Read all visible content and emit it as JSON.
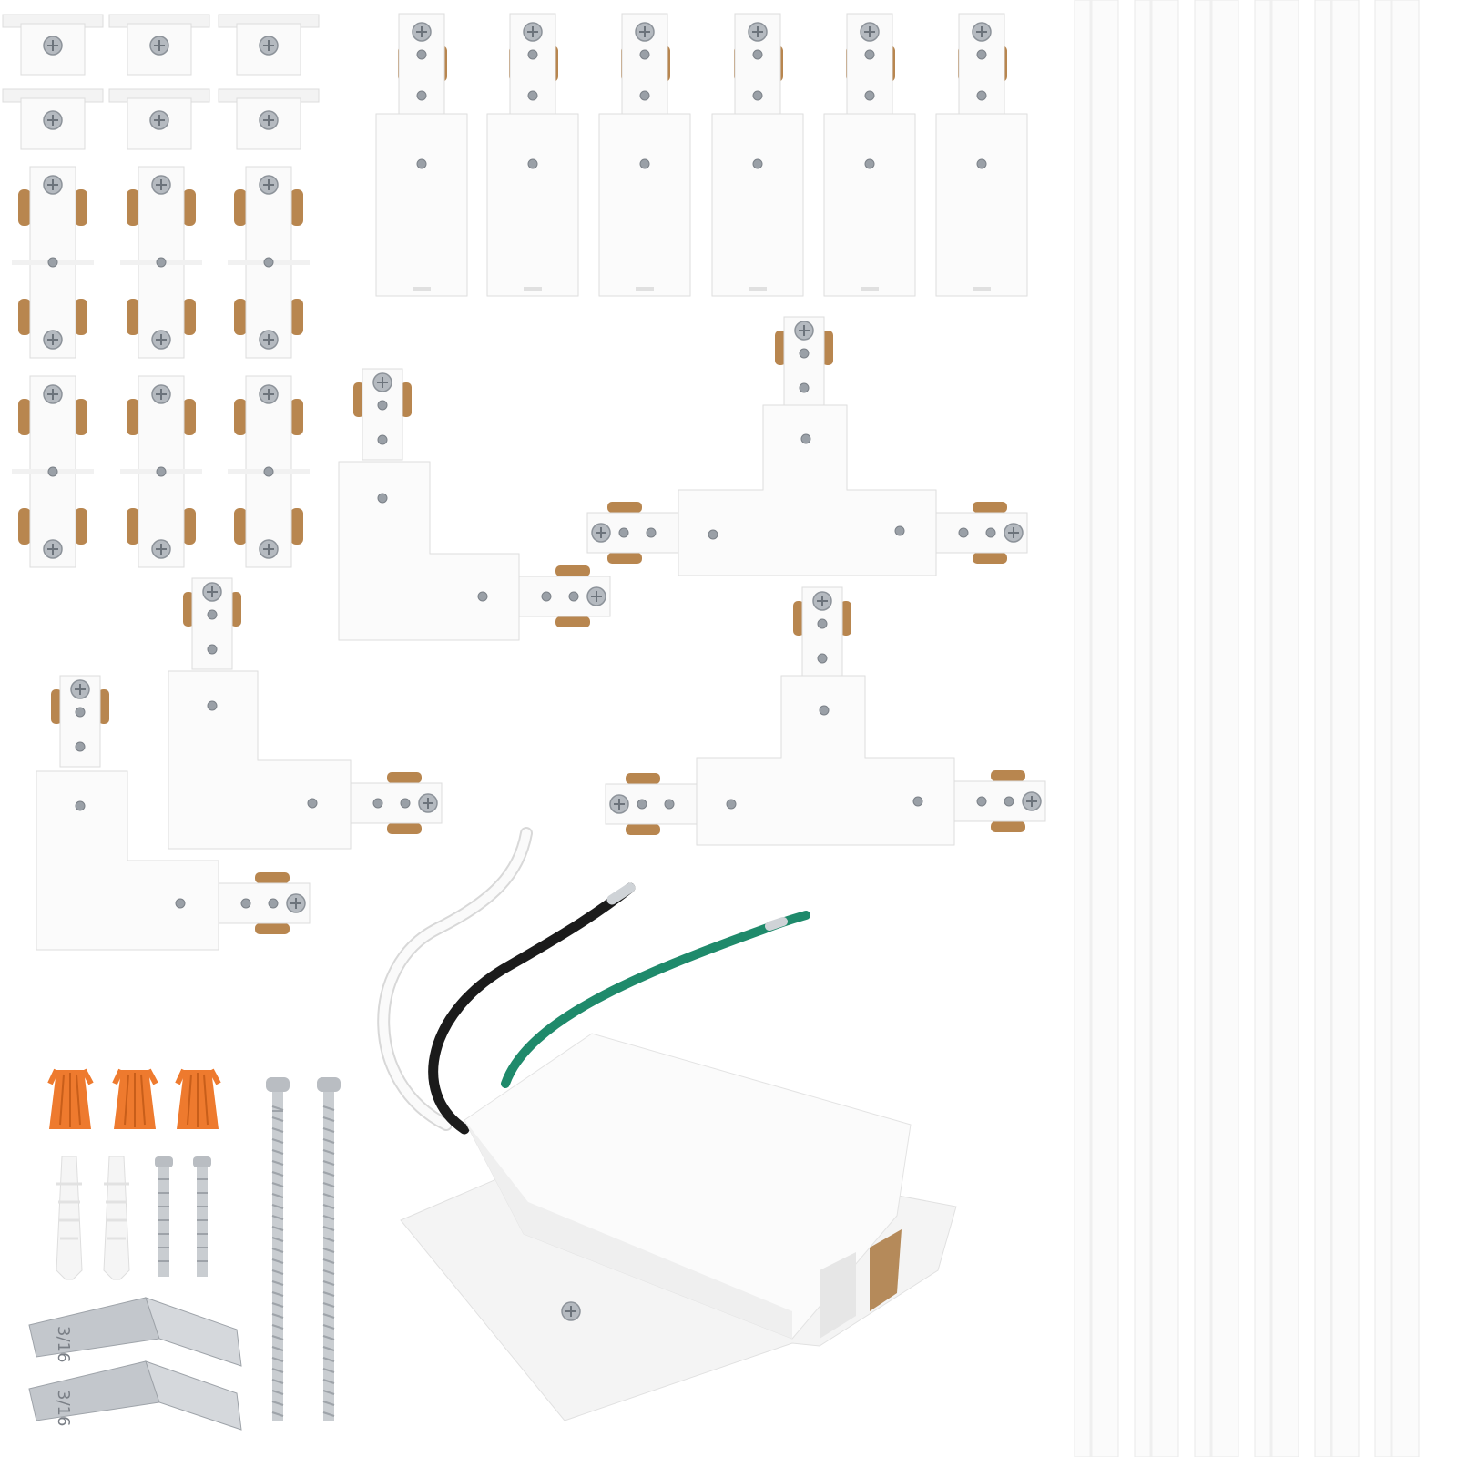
{
  "colors": {
    "background": "#ffffff",
    "plastic": "#f9f9f9",
    "plastic_edge": "#dcdcdc",
    "brass": "#b8864f",
    "screw_metal": "#a6acb3",
    "wire_white": "#fafafa",
    "wire_black": "#1b1b1b",
    "wire_green": "#1f8a6b",
    "wire_nut": "#ee7a2e",
    "toggle_metal": "#c3c7cc",
    "rail": "#fbfbfb"
  },
  "icons": {
    "screw": "phillips-screw-icon"
  },
  "parts": {
    "end_cap_count": 6,
    "dead_end_feed_count": 6,
    "straight_connector_count": 6,
    "l_connector_count": 3,
    "t_connector_count": 2,
    "live_end_feed_count": 1,
    "wire_nut_count": 3,
    "wall_anchor_count": 2,
    "short_screw_count": 2,
    "long_screw_count": 2,
    "toggle_wing_count": 2,
    "track_rail_count": 6
  },
  "toggle_stamps": [
    "3/16",
    "3/16"
  ]
}
